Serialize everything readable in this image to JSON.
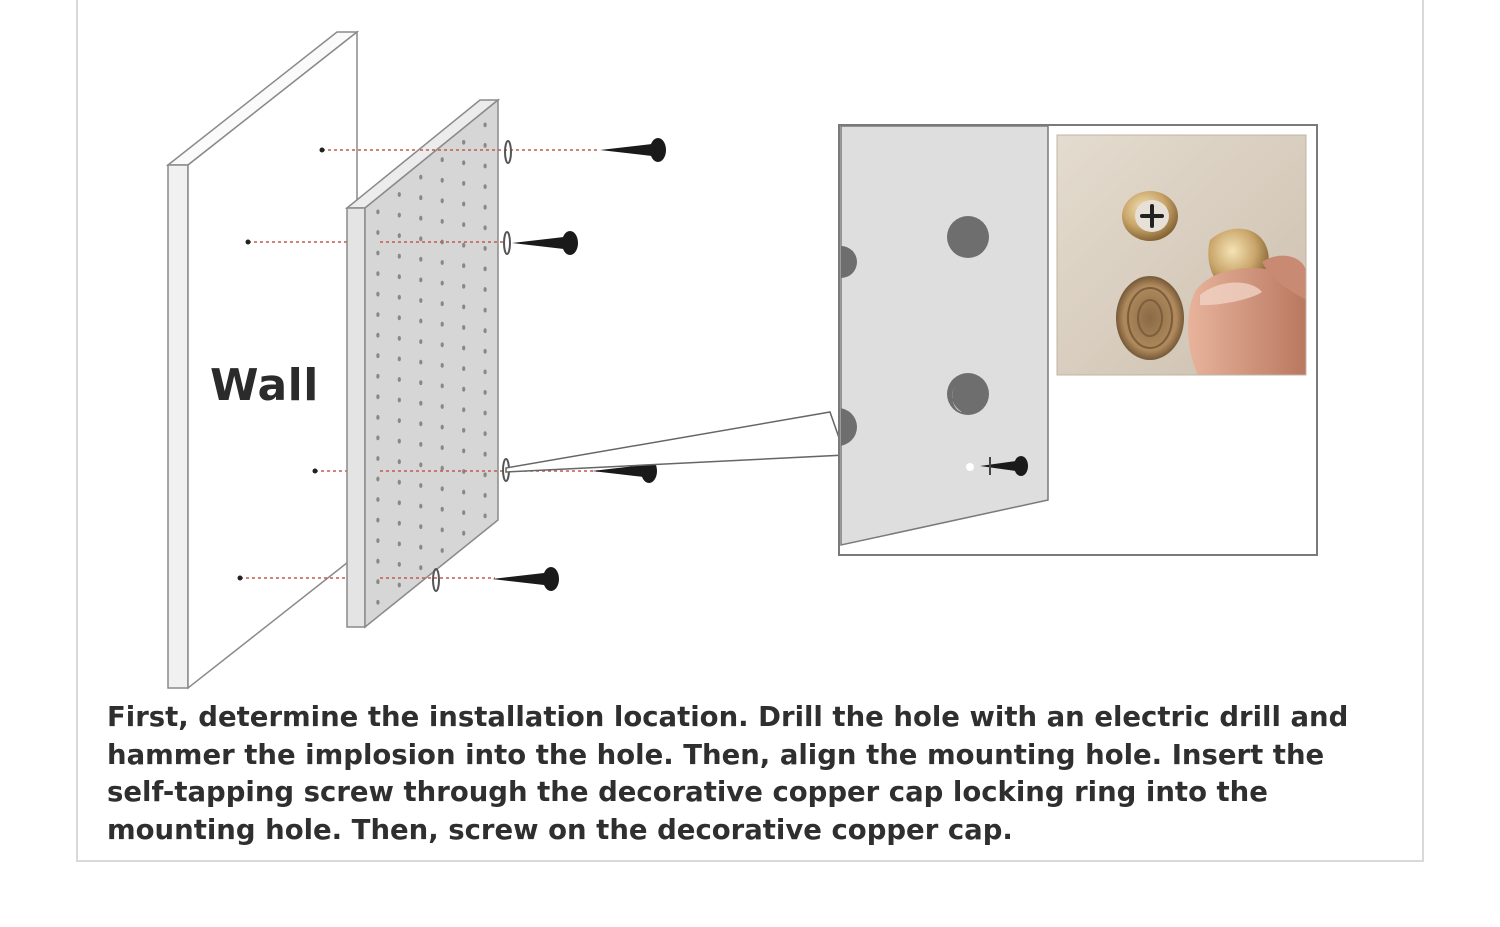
{
  "labels": {
    "wall": "Wall"
  },
  "caption": {
    "lines": [
      "First, determine the installation location. Drill the hole with an electric drill and",
      "hammer the implosion into the hole. Then, align the mounting hole. Insert the",
      "self-tapping screw through the decorative copper cap locking ring into the",
      "mounting hole. Then, screw on the decorative copper cap."
    ]
  },
  "colors": {
    "board_fill": "#dcdcdc",
    "board_edge": "#f2f2f2",
    "outline": "#6d6d6d",
    "guide_line": "#c45a4f",
    "screw": "#1a1a1a",
    "hole": "#6e6e6e",
    "photo_wall": "#d8cfc2",
    "copper": "#c9a56a",
    "finger": "#d99a82"
  }
}
